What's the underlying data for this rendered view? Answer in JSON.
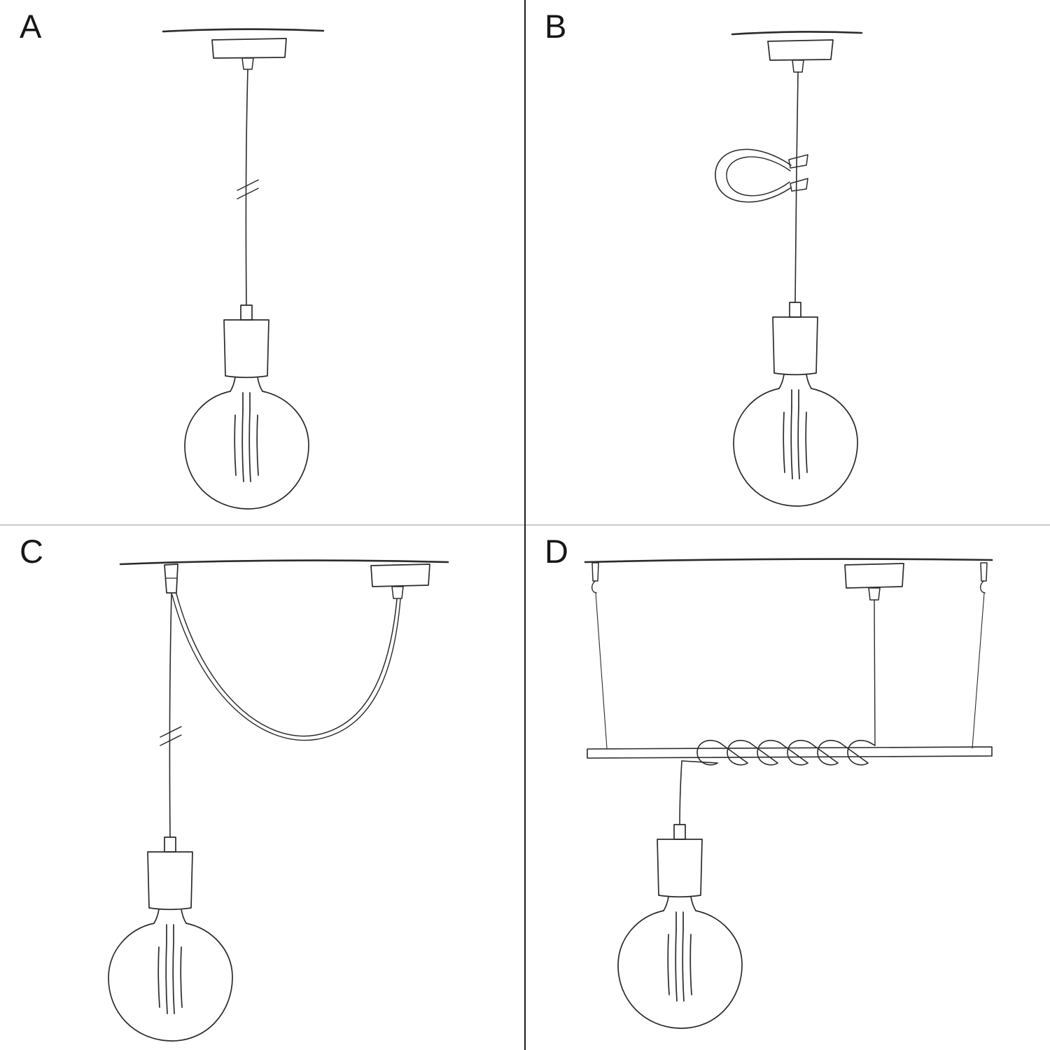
{
  "page": {
    "background_color": "#ffffff",
    "ink_color": "#2b2b2b",
    "vertical_divider_color": "#1c1c1c",
    "horizontal_divider_color": "#c9c9c9"
  },
  "panels": [
    {
      "label": "A",
      "icon": "pendant-straight-drop-sketch"
    },
    {
      "label": "B",
      "icon": "pendant-drop-with-cable-clip-sketch"
    },
    {
      "label": "C",
      "icon": "pendant-swag-two-ceiling-points-sketch"
    },
    {
      "label": "D",
      "icon": "pendant-cable-coiled-on-suspended-bar-sketch"
    }
  ]
}
